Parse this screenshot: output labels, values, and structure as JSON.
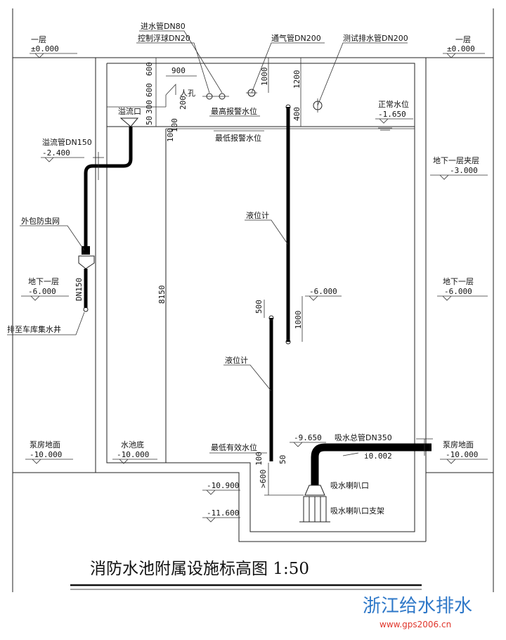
{
  "title": "消防水池附属设施标高图 1:50",
  "watermark": {
    "name": "浙江给水排水",
    "url": "www.gps2006.cn",
    "colors": {
      "name": "#2f78c8",
      "url": "#e0362c"
    }
  },
  "pipes": {
    "inlet": "进水管DN80",
    "float_valve": "控制浮球DN20",
    "vent": "通气管DN200",
    "test_drain": "测试排水管DN200",
    "overflow": "溢流管DN150",
    "overflow_port": "溢流口",
    "insect_net": "外包防虫网",
    "drain_to": "排至车库集水井",
    "dn150": "DN150",
    "suction_main": "吸水总管DN350",
    "suction_bell": "吸水喇叭口",
    "suction_bell_support": "吸水喇叭口支架",
    "slope": "i0.002"
  },
  "labels": {
    "manhole": "人孔",
    "max_alarm": "最高报警水位",
    "min_alarm": "最低报警水位",
    "normal_level": "正常水位",
    "level_gauge_1": "液位计",
    "level_gauge_2": "液位计",
    "min_effective": "最低有效水位",
    "pool_bottom": "水池底"
  },
  "levels": {
    "l1_left": {
      "name": "一层",
      "value": "±0.000"
    },
    "l1_right": {
      "name": "一层",
      "value": "±0.000"
    },
    "overflow_pipe": "-2.400",
    "normal": "-1.650",
    "mezz": {
      "name": "地下一层夹层",
      "value": "-3.000"
    },
    "b1_left": {
      "name": "地下一层",
      "value": "-6.000"
    },
    "b1_right": {
      "name": "地下一层",
      "value": "-6.000"
    },
    "b1_mid": "-6.000",
    "pump_left": {
      "name": "泵房地面",
      "value": "-10.000"
    },
    "pool_bottom": "-10.000",
    "pump_right": {
      "name": "泵房地面",
      "value": "-10.000"
    },
    "suction": "-9.650",
    "sump1": "-10.900",
    "sump2": "-11.600"
  },
  "dims": {
    "d900": "900",
    "d600a": "600",
    "d600b": "600",
    "d300": "300",
    "d50a": "50",
    "d200": "200",
    "d1000a": "1000",
    "d1200": "1200",
    "d400": "400",
    "d100a": "100",
    "d100b": "100",
    "d8150": "8150",
    "d500": "500",
    "d1000b": "1000",
    "d100c": "100",
    "d50b": "50",
    "d600c": ">600"
  }
}
